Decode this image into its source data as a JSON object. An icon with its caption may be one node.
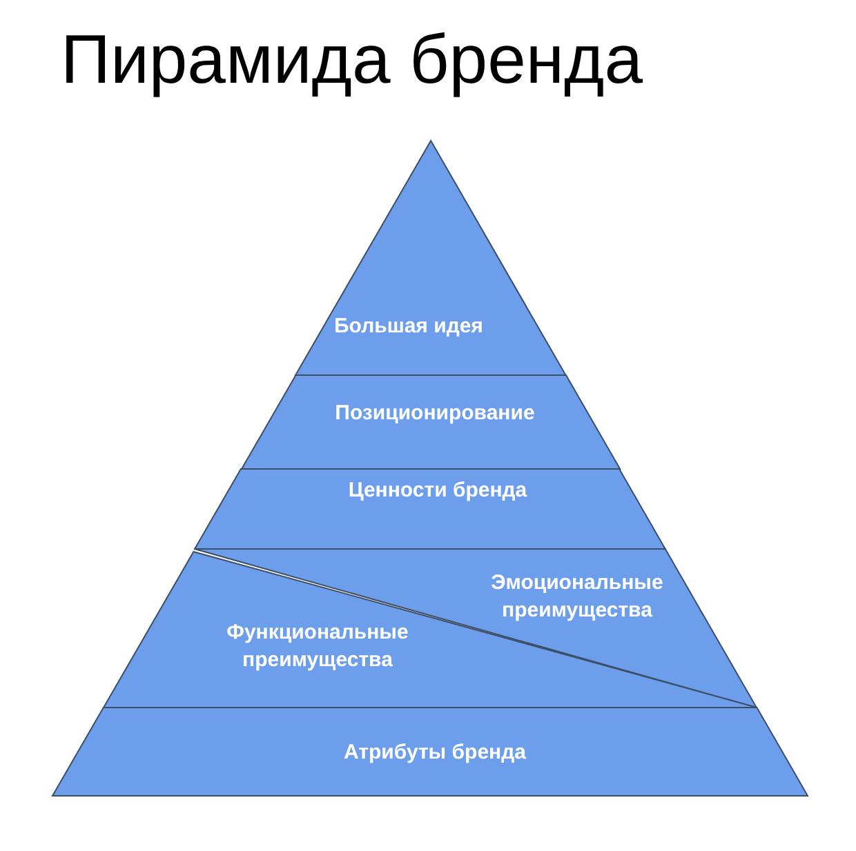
{
  "diagram": {
    "title": "Пирамида бренда",
    "nodes": [
      {
        "text": [
          "Большая идея"
        ]
      },
      {
        "text": [
          "Позиционирование"
        ]
      },
      {
        "text": [
          "Ценности бренда"
        ]
      },
      {
        "text": [
          "Эмоциональные преимущества"
        ]
      },
      {
        "text": [
          "Функциональные преимущества"
        ]
      },
      {
        "text": [
          "Атрибуты бренда"
        ]
      }
    ]
  }
}
